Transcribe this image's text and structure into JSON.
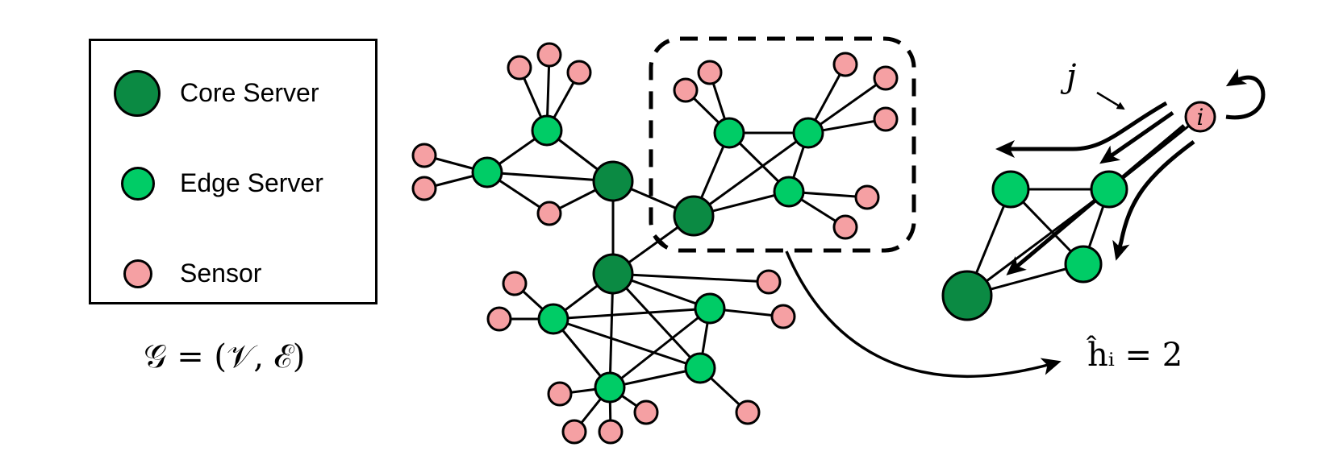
{
  "legend": {
    "items": [
      {
        "key": "core",
        "label": "Core Server",
        "color": "#0b8a43"
      },
      {
        "key": "edge",
        "label": "Edge Server",
        "color": "#00cc66"
      },
      {
        "key": "sensor",
        "label": "Sensor",
        "color": "#f5a0a3"
      }
    ]
  },
  "graph_label": "𝒢 = (𝒱, ℰ)",
  "detail": {
    "node_i_label": "i",
    "node_j_label": "j",
    "hop_label": "ĥᵢ = 2"
  },
  "colors": {
    "core": "#0b8a43",
    "edge": "#00cc66",
    "sensor": "#f5a0a3",
    "stroke": "#000000"
  }
}
